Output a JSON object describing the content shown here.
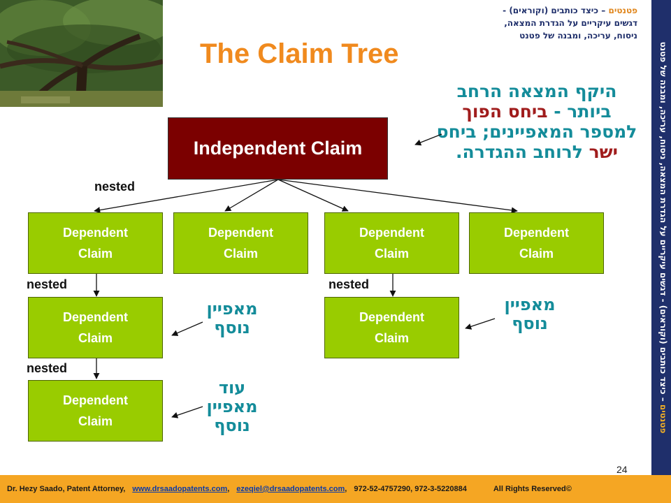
{
  "header": {
    "line1_a": "פטנטים",
    "line1_b": " – כיצד כותבים (וקוראים) -",
    "line2": "דגשים עיקריים על הגדרת המצאה,",
    "line3": "ניסוח, עריכה, ומבנה של פטנט"
  },
  "side_banner": {
    "part_a": "פטנטים",
    "part_b": " – כיצד כותבים (וקוראים) - דגשים עיקריים על הגדרת המצאה, ניסוח, עריכה, ומבנה של פטנט"
  },
  "title": "The Claim Tree",
  "scope_note": {
    "part1": "היקף המצאה הרחב ביותר -",
    "part2": "ביחס הפוך",
    "part3": "למספר המאפיינים;",
    "part4": "ביחס",
    "part5": "ישר",
    "part6": "לרוחב ההגדרה."
  },
  "independent_claim": "Independent Claim",
  "dependent": {
    "line1": "Dependent",
    "line2": "Claim"
  },
  "nested_label": "nested",
  "feature_note": {
    "line1": "מאפיין",
    "line2": "נוסף"
  },
  "more_feature_note": {
    "line1": "עוד",
    "line2": "מאפיין",
    "line3": "נוסף"
  },
  "page_number": "24",
  "footer": {
    "author": "Dr. Hezy Saado, Patent Attorney,",
    "website": "www.drsaadopatents.com",
    "email": "ezeqiel@drsaadopatents.com",
    "phones": "972-52-4757290,  972-3-5220884",
    "rights": "All Rights Reserved©"
  },
  "colors": {
    "title": "#f08a1e",
    "independent_fill": "#7b0000",
    "dependent_fill": "#99cc00",
    "hebrew_text": "#148c9a",
    "emphasis": "#a01c1c",
    "side_bar": "#1f2f6b",
    "footer_bg": "#f5a623"
  }
}
